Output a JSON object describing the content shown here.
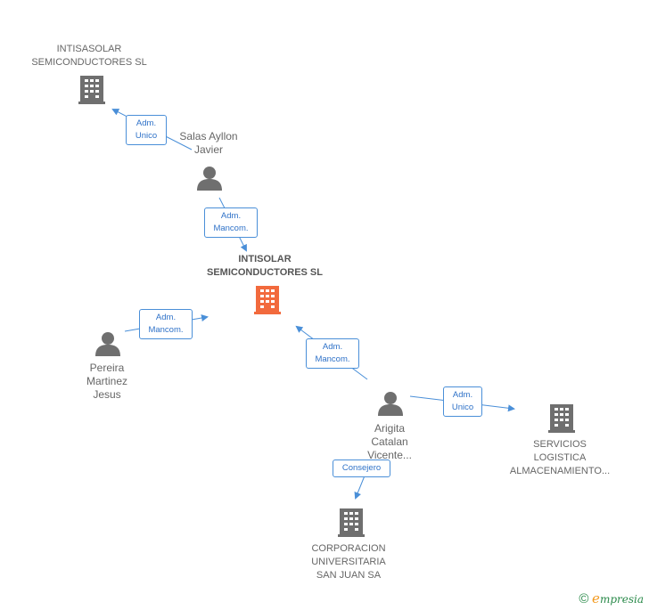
{
  "companies": {
    "top": {
      "line1": "INTISASOLAR",
      "line2": "SEMICONDUCTORES SL"
    },
    "main": {
      "line1": "INTISOLAR",
      "line2": "SEMICONDUCTORES SL"
    },
    "servicios": {
      "line1": "SERVICIOS",
      "line2": "LOGISTICA",
      "line3": "ALMACENAMIENTO..."
    },
    "corporacion": {
      "line1": "CORPORACION",
      "line2": "UNIVERSITARIA",
      "line3": "SAN JUAN SA"
    }
  },
  "people": {
    "salas": {
      "line1": "Salas Ayllon",
      "line2": "Javier"
    },
    "pereira": {
      "line1": "Pereira",
      "line2": "Martinez",
      "line3": "Jesus"
    },
    "arigita": {
      "line1": "Arigita",
      "line2": "Catalan",
      "line3": "Vicente..."
    }
  },
  "relations": {
    "salas_top": {
      "line1": "Adm.",
      "line2": "Unico"
    },
    "salas_main": {
      "line1": "Adm.",
      "line2": "Mancom."
    },
    "pereira_main": {
      "line1": "Adm.",
      "line2": "Mancom."
    },
    "arigita_main": {
      "line1": "Adm.",
      "line2": "Mancom."
    },
    "arigita_servicios": {
      "line1": "Adm.",
      "line2": "Unico"
    },
    "arigita_corporacion": {
      "line1": "Consejero"
    }
  },
  "brand": {
    "copyright": "©",
    "e": "e",
    "rest": "mpresia"
  },
  "colors": {
    "main_company": "#f26a3d",
    "company": "#6f6f6f",
    "person": "#6f6f6f",
    "relation": "#4a8fd8"
  }
}
